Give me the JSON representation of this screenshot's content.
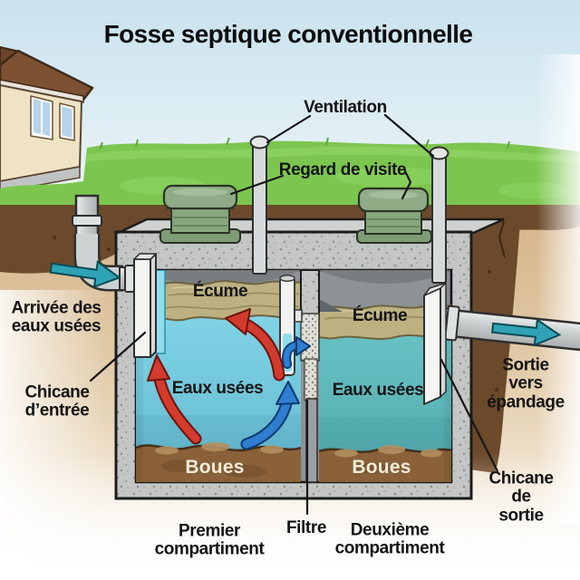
{
  "title": "Fosse septique conventionnelle",
  "labels": {
    "ventilation": "Ventilation",
    "regard_de_visite": "Regard de visite",
    "arrivee_eaux_usees": "Arrivée des\neaux usées",
    "chicane_entree": "Chicane\nd’entrée",
    "ecume_gauche": "Écume",
    "ecume_droite": "Écume",
    "eaux_usees_gauche": "Eaux usées",
    "eaux_usees_droite": "Eaux usées",
    "boues_gauche": "Boues",
    "boues_droite": "Boues",
    "premier_compartiment": "Premier\ncompartiment",
    "filtre": "Filtre",
    "deuxieme_compartiment": "Deuxième\ncompartiment",
    "sortie_epandage": "Sortie vers\népandage",
    "chicane_sortie": "Chicane\nde sortie"
  },
  "colors": {
    "sky_top": "#c9e2ee",
    "sky_bottom": "#f0f7f9",
    "grass": "#7cc64f",
    "soil_dark": "#6b4a2b",
    "soil_light": "#d9bc93",
    "concrete": "#c3c6c4",
    "headspace_gray": "#8e9296",
    "water_left": "#79cde1",
    "water_right": "#5eb8ba",
    "scum": "#bdb181",
    "sludge": "#8a6138",
    "arrow_red": "#d23b2d",
    "arrow_blue": "#2f7ed2",
    "arrow_flow": "#2fa3b5",
    "riser_green": "#8fac86",
    "pipe_gray": "#ccd1d1",
    "label_dark": "#141414",
    "label_light": "#f3ecd9"
  }
}
